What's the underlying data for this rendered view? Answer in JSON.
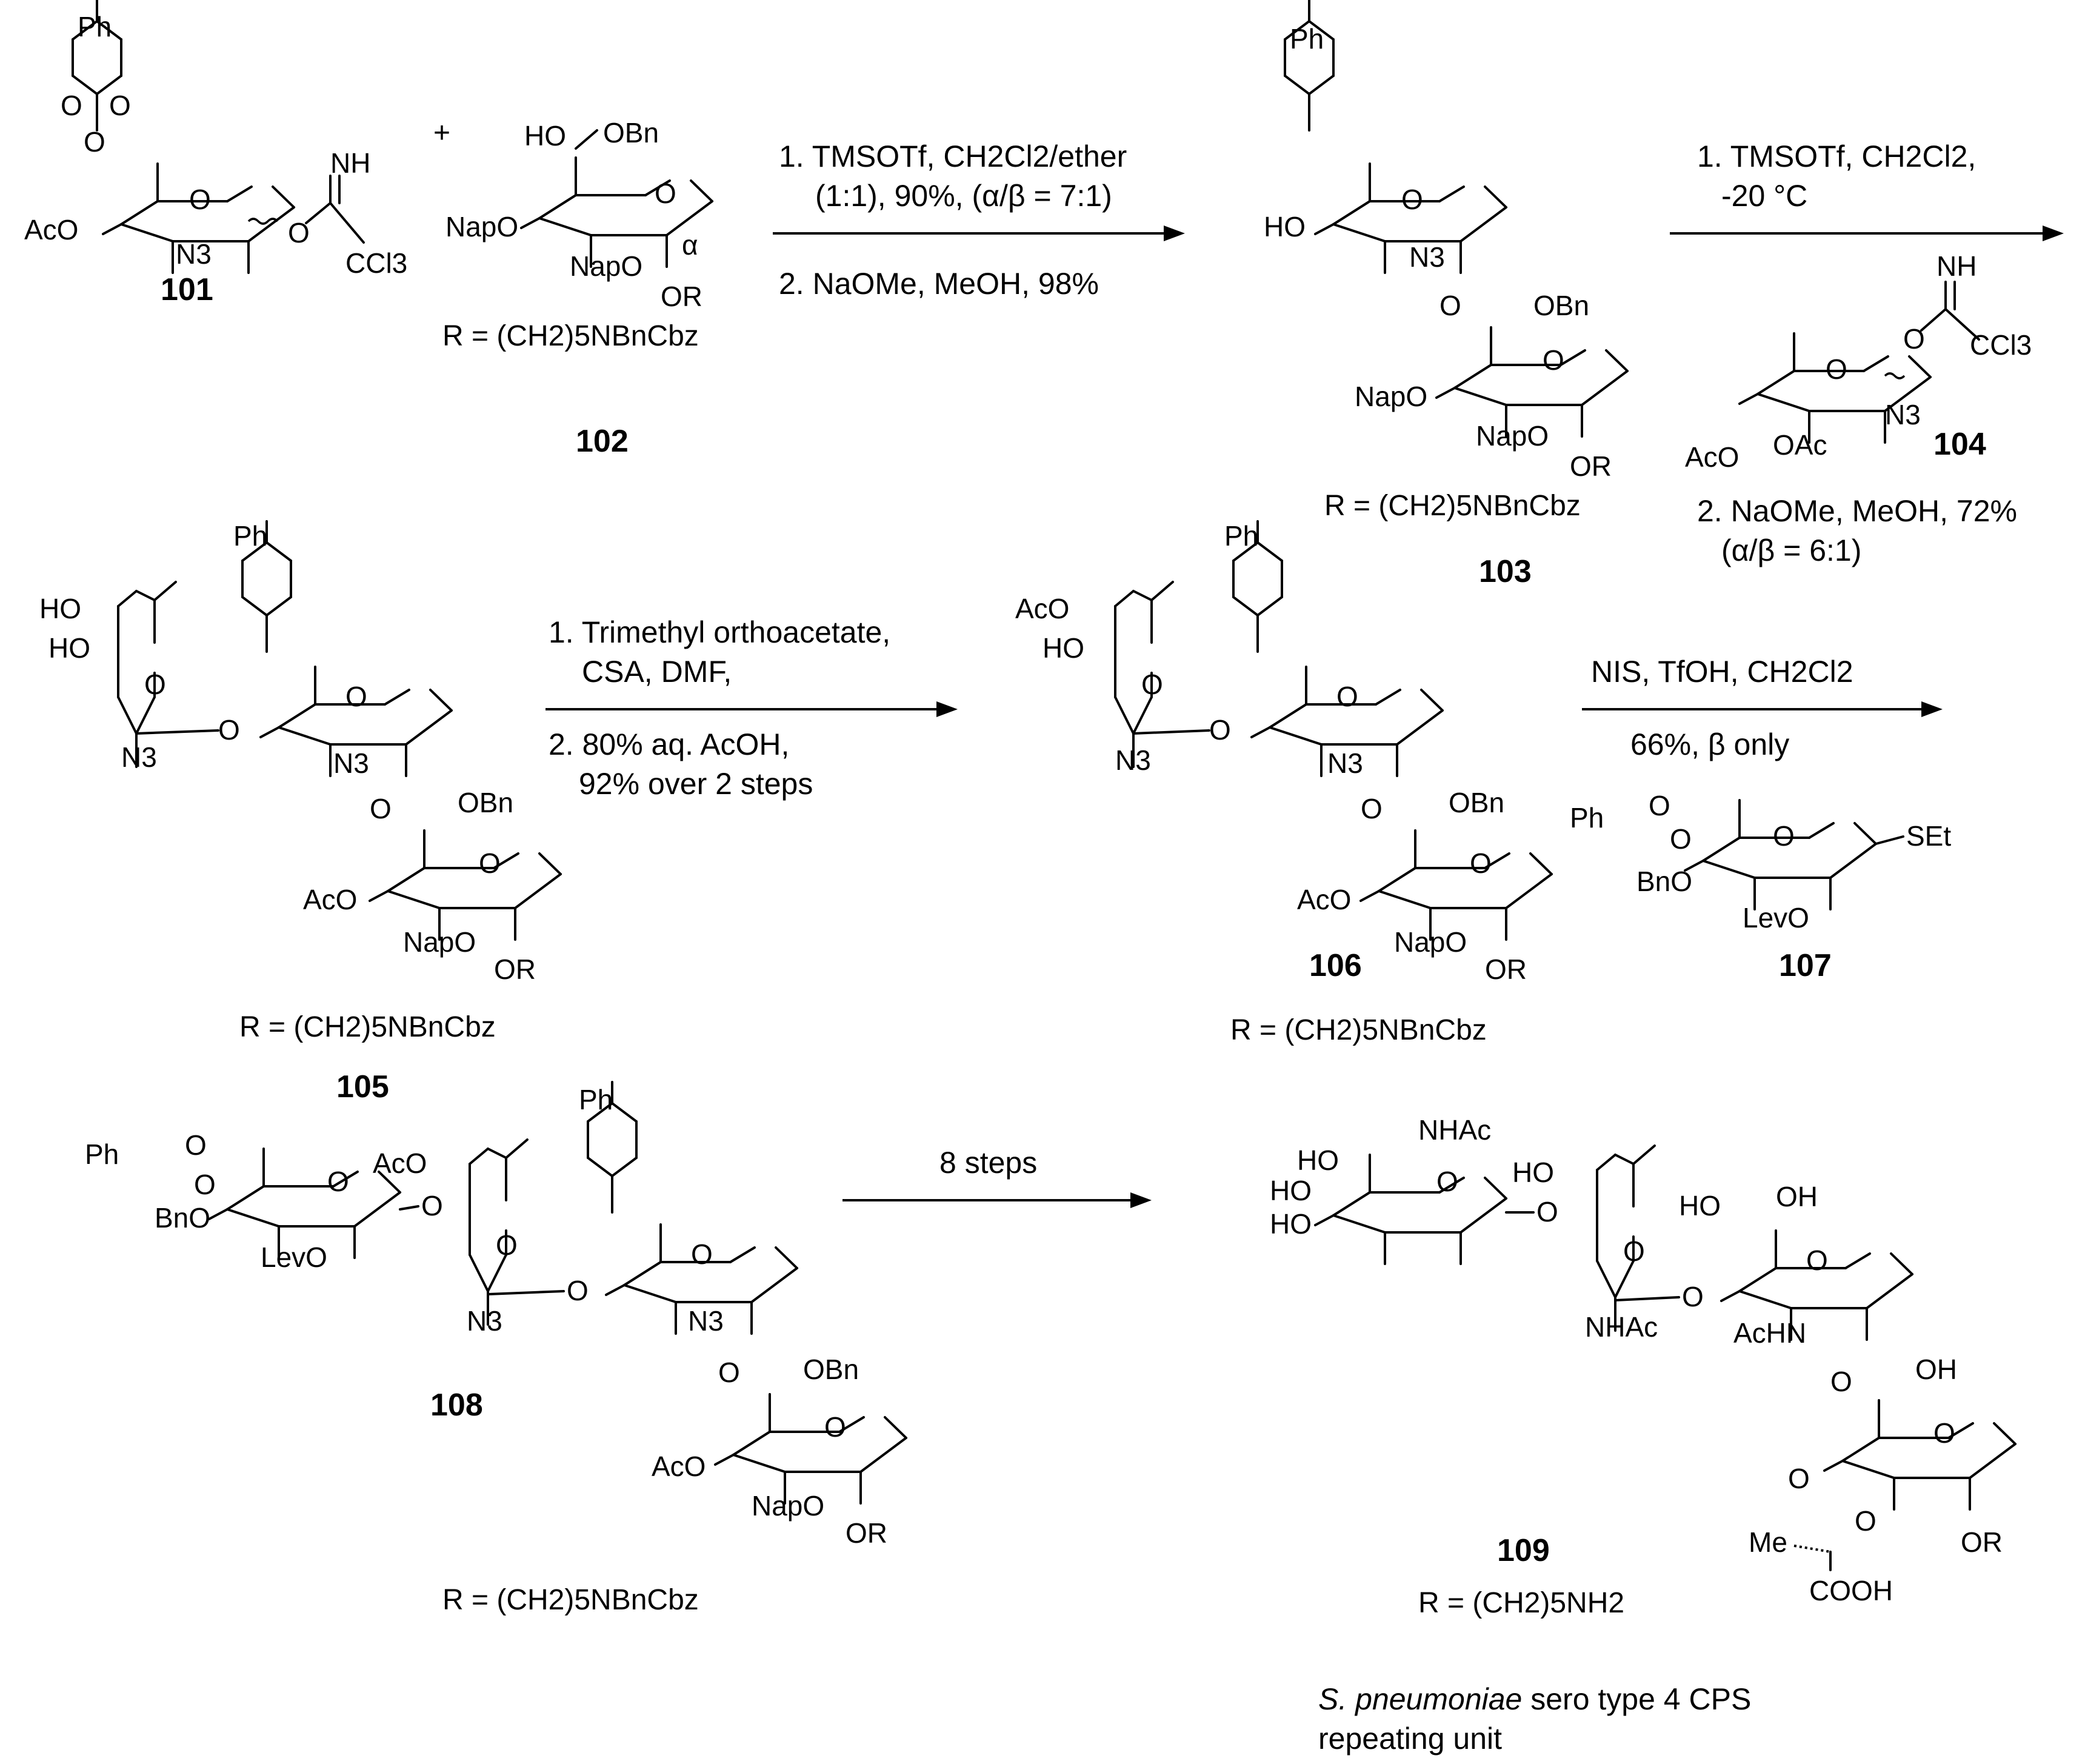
{
  "compounds": {
    "c101": {
      "label": "101"
    },
    "c102": {
      "label": "102",
      "r_def": "R = (CH2)5NBnCbz"
    },
    "c103": {
      "label": "103",
      "r_def": "R = (CH2)5NBnCbz"
    },
    "c104": {
      "label": "104"
    },
    "c105": {
      "label": "105",
      "r_def": "R = (CH2)5NBnCbz"
    },
    "c106": {
      "label": "106",
      "r_def": "R = (CH2)5NBnCbz"
    },
    "c107": {
      "label": "107"
    },
    "c108": {
      "label": "108",
      "r_def": "R = (CH2)5NBnCbz"
    },
    "c109": {
      "label": "109",
      "r_def": "R = (CH2)5NH2"
    }
  },
  "steps": {
    "s1": {
      "line1": "1. TMSOTf, CH2Cl2/ether",
      "line2": "(1:1), 90%, (α/β = 7:1)",
      "line3": "2. NaOMe, MeOH, 98%"
    },
    "s2": {
      "line1": "1. TMSOTf, CH2Cl2,",
      "line2": "-20 °C",
      "line3": "2. NaOMe, MeOH, 72%",
      "line4": "(α/β = 6:1)"
    },
    "s3": {
      "line1": "1. Trimethyl orthoacetate,",
      "line2": "CSA, DMF,",
      "line3": "2. 80% aq. AcOH,",
      "line4": "92% over 2 steps"
    },
    "s4": {
      "line1": "NIS, TfOH, CH2Cl2",
      "line2": "66%, β only"
    },
    "s5": {
      "line1": "8 steps"
    }
  },
  "caption": {
    "species": "S. pneumoniae",
    "line1_rest": " sero type 4 CPS",
    "line2": "repeating unit"
  },
  "atoms": {
    "Ph": "Ph",
    "O": "O",
    "AcO": "AcO",
    "HO": "HO",
    "N3": "N3",
    "NH": "NH",
    "CCl3": "CCl3",
    "OBn": "OBn",
    "NapO": "NapO",
    "OR": "OR",
    "OAc": "OAc",
    "BnO": "BnO",
    "LevO": "LevO",
    "SEt": "SEt",
    "NHAc": "NHAc",
    "AcHN": "AcHN",
    "OH": "OH",
    "Me": "Me",
    "COOH": "COOH",
    "plus": "+"
  }
}
